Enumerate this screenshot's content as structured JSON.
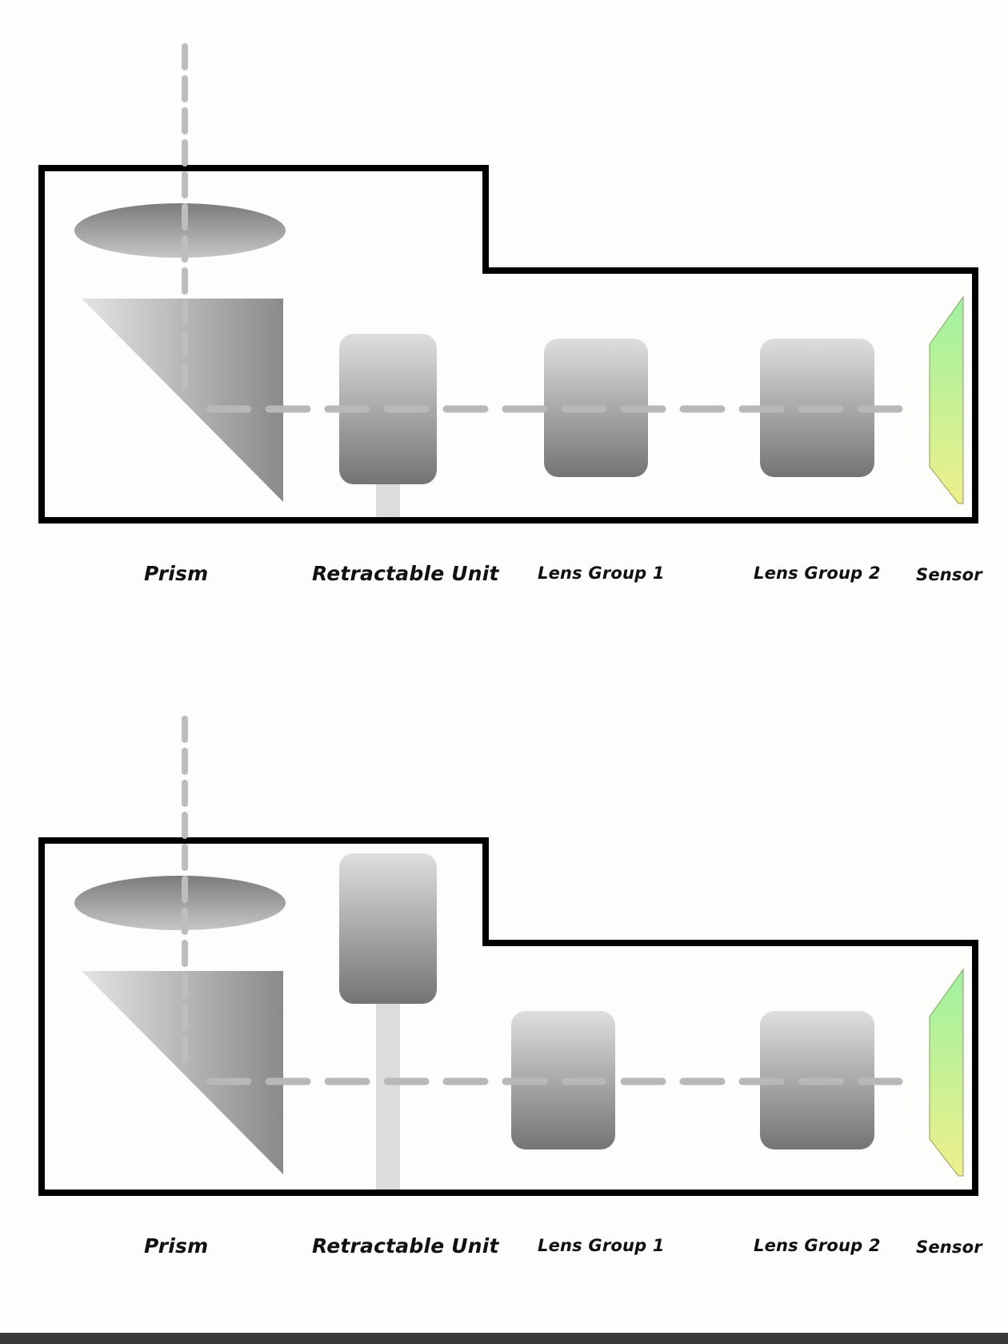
{
  "diagrams": [
    {
      "state": "retracted",
      "labels": {
        "prism": "Prism",
        "retractable_unit": "Retractable Unit",
        "lens_group_1": "Lens Group 1",
        "lens_group_2": "Lens Group 2",
        "sensor": "Sensor"
      }
    },
    {
      "state": "extended",
      "labels": {
        "prism": "Prism",
        "retractable_unit": "Retractable Unit",
        "lens_group_1": "Lens Group 1",
        "lens_group_2": "Lens Group 2",
        "sensor": "Sensor"
      }
    }
  ],
  "colors": {
    "housing": "#000000",
    "element_light": "#dcdcdc",
    "element_dark": "#777777",
    "light_path": "#bdbdbd",
    "sensor_top": "#9ef2a0",
    "sensor_bottom": "#eef08a",
    "bottom_bar": "#3a3a3a"
  }
}
